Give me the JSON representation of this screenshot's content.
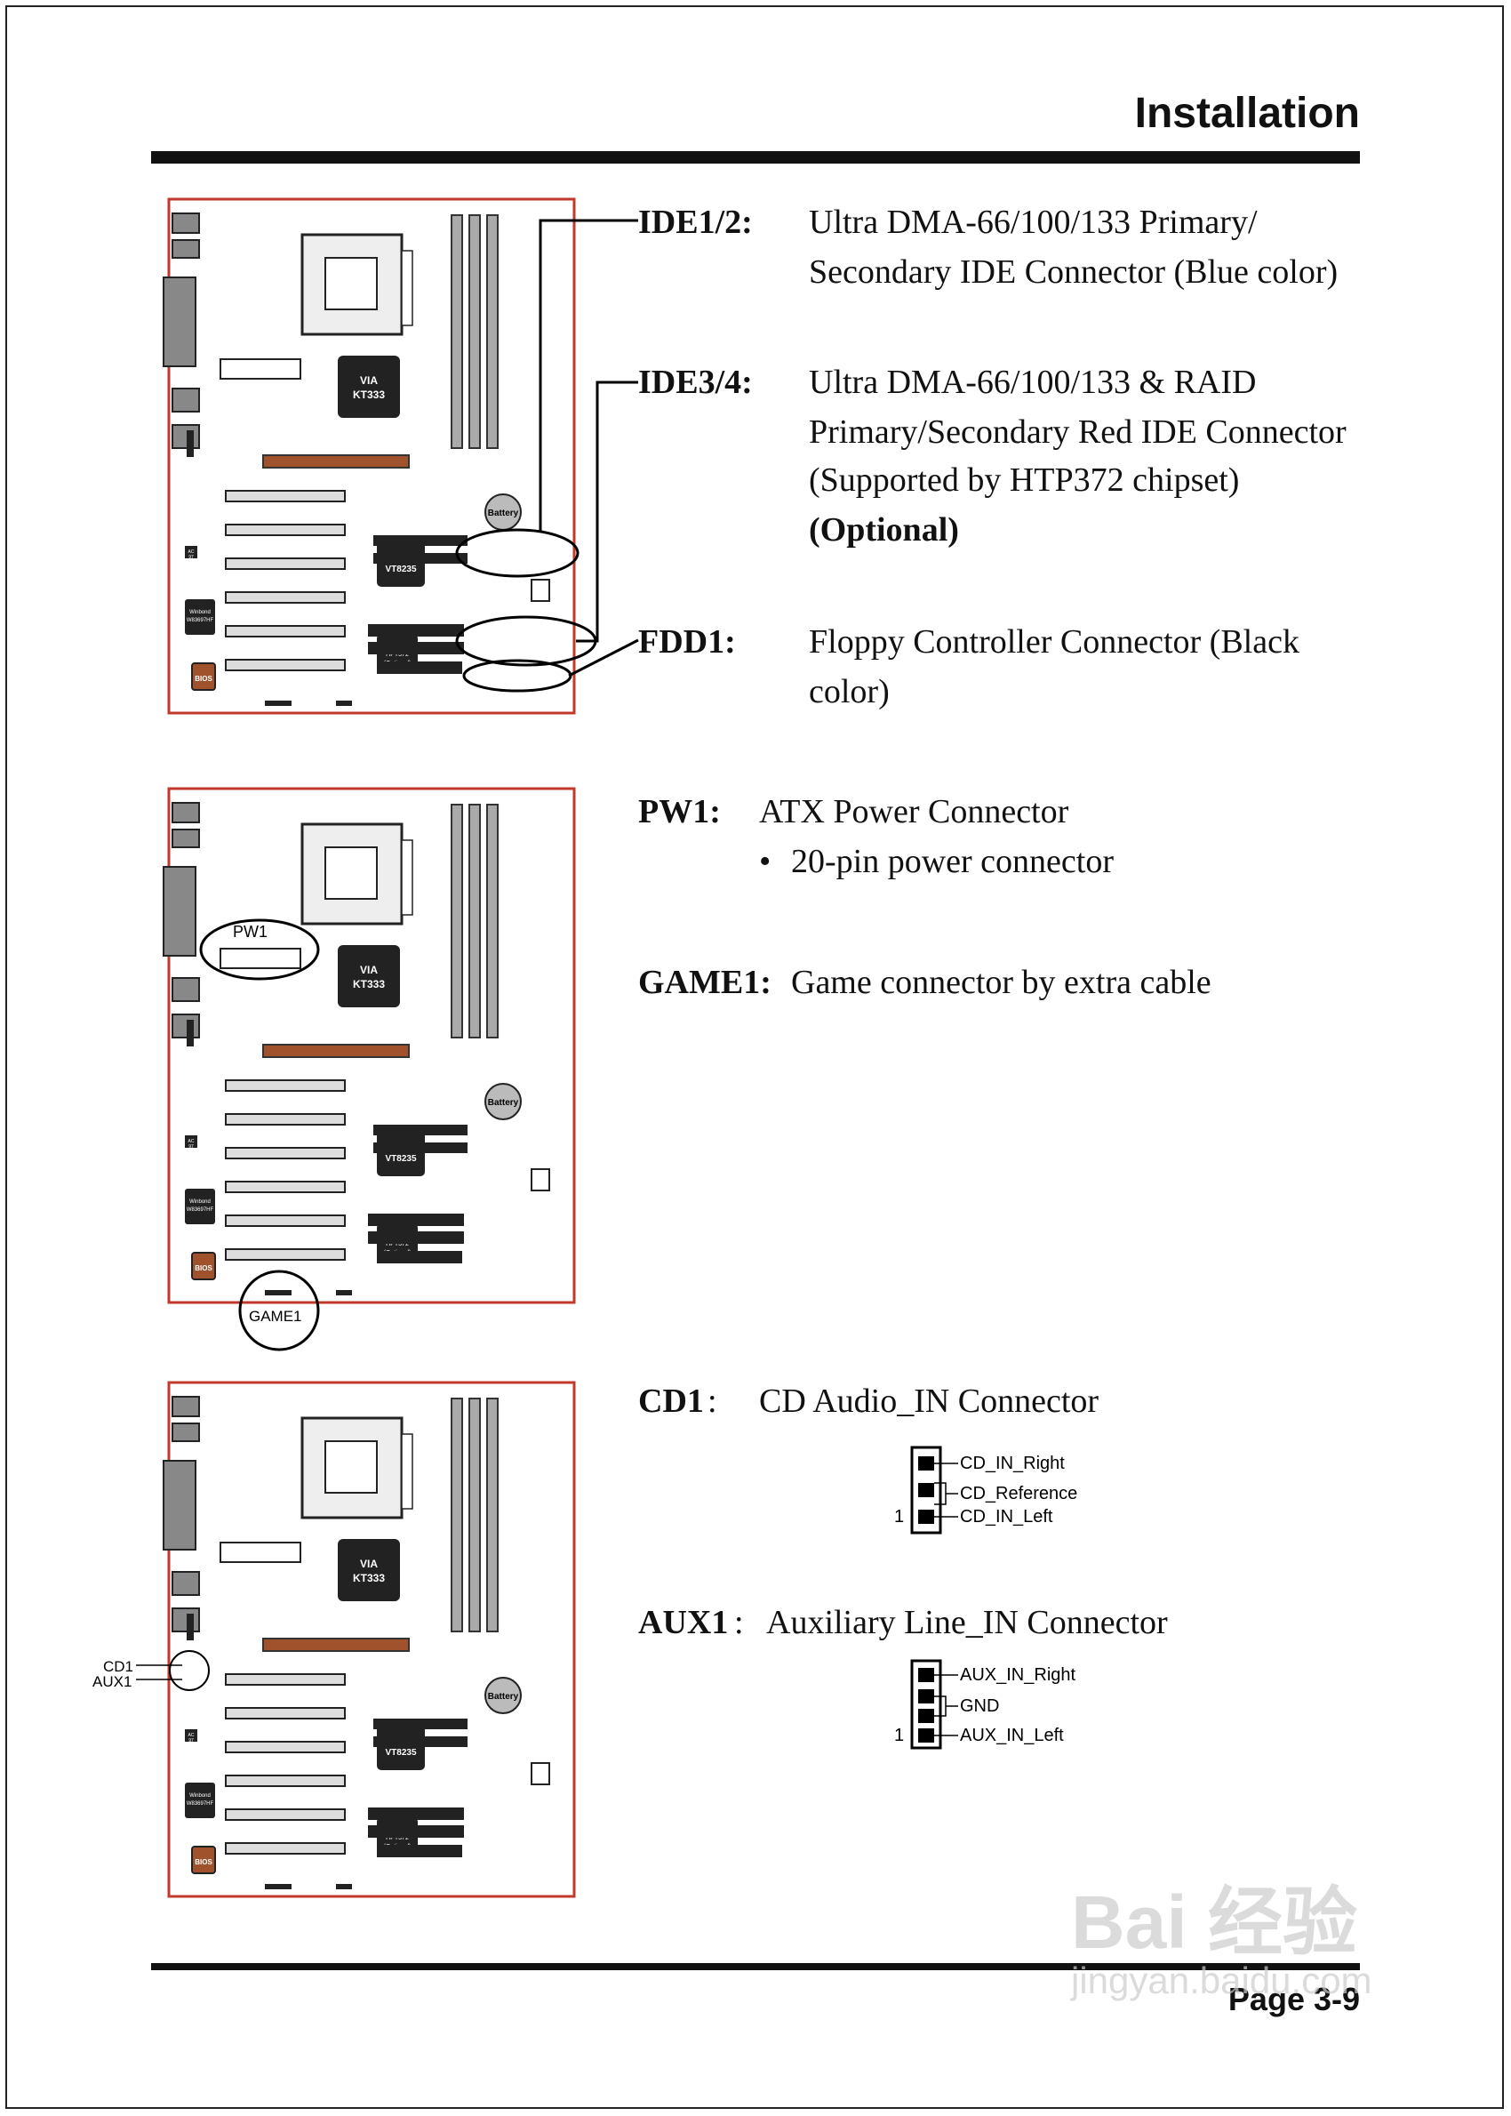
{
  "header": {
    "title": "Installation"
  },
  "footer": {
    "page": "Page 3-9"
  },
  "watermark": {
    "line1": "Bai 经验",
    "line2": "jingyan.baidu.com"
  },
  "sections": {
    "ide12": {
      "label": "IDE1/2:",
      "lines": [
        "Ultra DMA-66/100/133 Primary/",
        "Secondary IDE Connector (Blue color)"
      ]
    },
    "ide34": {
      "label": "IDE3/4:",
      "lines": [
        "Ultra DMA-66/100/133 & RAID",
        "Primary/Secondary Red IDE Connector",
        "(Supported by HTP372 chipset)"
      ],
      "bold_line": "(Optional)"
    },
    "fdd1": {
      "label": "FDD1:",
      "lines": [
        "Floppy Controller Connector (Black",
        "color)"
      ]
    },
    "pw1": {
      "label": "PW1:",
      "text": "ATX Power Connector",
      "bullet": "•",
      "bullet_text": "20-pin power connector"
    },
    "game1": {
      "label": "GAME1:",
      "text": "Game connector by extra cable"
    },
    "cd1": {
      "label": "CD1",
      "sep": ":",
      "text": "CD Audio_IN Connector",
      "pins": [
        "CD_IN_Right",
        "CD_Reference",
        "CD_IN_Left"
      ],
      "pin1": "1"
    },
    "aux1": {
      "label": "AUX1",
      "sep": ":",
      "text": "Auxiliary Line_IN Connector",
      "pins": [
        "AUX_IN_Right",
        "GND",
        "AUX_IN_Left"
      ],
      "pin1": "1"
    }
  },
  "board": {
    "chip_via": "VIA",
    "chip_kt": "KT333",
    "chip_vt": "VT8235",
    "battery": "Battery",
    "bios": "BIOS",
    "hpt": [
      "HighPoint",
      "HPT372",
      "(Optional)"
    ],
    "winbond": [
      "Winbond",
      "W83697HF"
    ],
    "ac": [
      "AC",
      "97"
    ]
  },
  "callouts": {
    "pw1": "PW1",
    "game1": "GAME1",
    "cd1": "CD1",
    "aux1": "AUX1"
  }
}
